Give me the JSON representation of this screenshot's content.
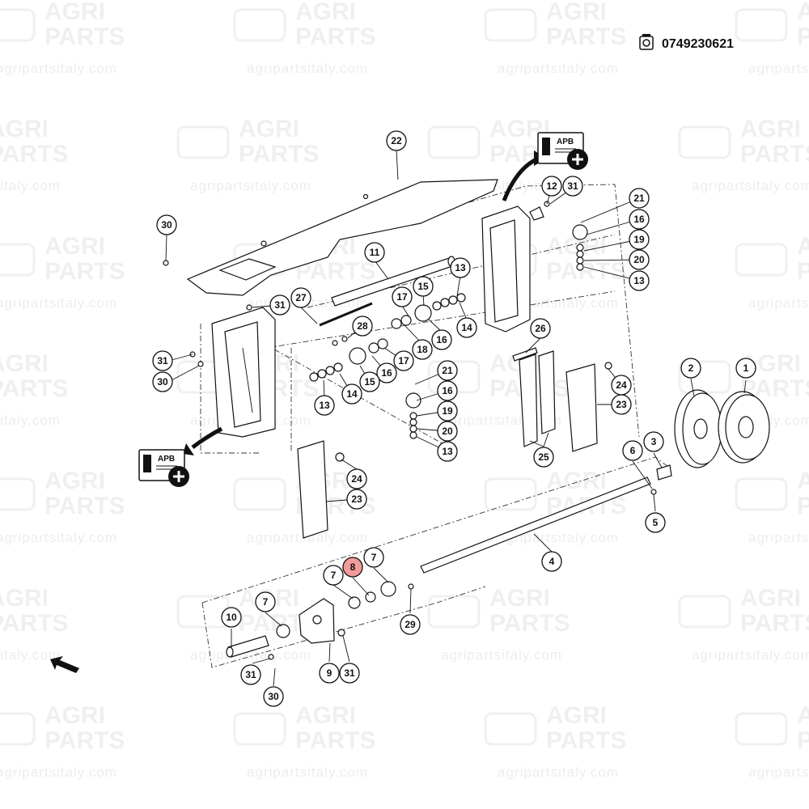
{
  "watermark": {
    "brand_line1": "AGRI",
    "brand_line2": "PARTS",
    "url": "agripartsitaly.com"
  },
  "header": {
    "part_code": "0749230621",
    "code_icon": "catalog-code-icon"
  },
  "apb_badges": [
    {
      "label": "APB",
      "icon": "plus-icon"
    },
    {
      "label": "APB",
      "icon": "plus-icon"
    }
  ],
  "selected_callout": "8",
  "callouts": [
    "22",
    "30",
    "31",
    "27",
    "11",
    "17",
    "15",
    "13",
    "28",
    "14",
    "16",
    "18",
    "12",
    "21",
    "19",
    "20",
    "26",
    "24",
    "23",
    "25",
    "2",
    "1",
    "3",
    "6",
    "5",
    "4",
    "7",
    "8",
    "29",
    "10",
    "9"
  ],
  "colors": {
    "highlight": "#f29b9b",
    "ink": "#111111"
  },
  "nav": {
    "arrow_icon": "back-arrow-icon"
  }
}
